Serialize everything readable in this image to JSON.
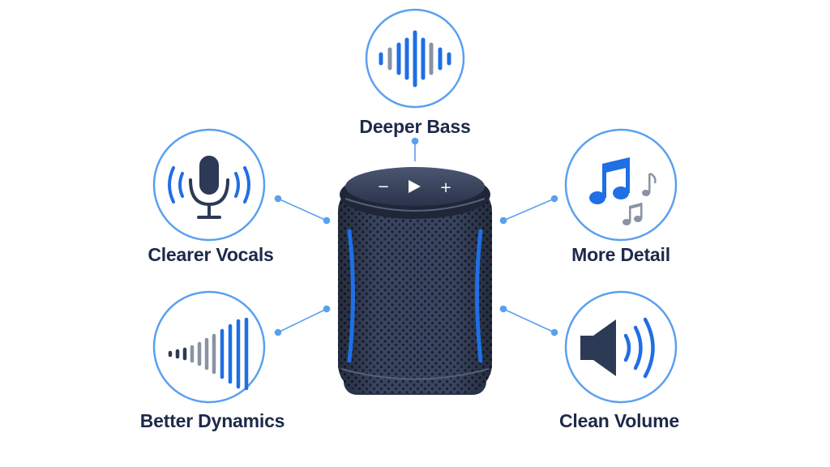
{
  "speaker": {
    "controls": {
      "minus": "−",
      "plus": "+"
    }
  },
  "features": [
    {
      "id": "deeper-bass",
      "label": "Deeper Bass",
      "icon": "sound-wave-icon"
    },
    {
      "id": "clearer-vocals",
      "label": "Clearer Vocals",
      "icon": "microphone-icon"
    },
    {
      "id": "more-detail",
      "label": "More Detail",
      "icon": "music-notes-icon"
    },
    {
      "id": "better-dynamics",
      "label": "Better Dynamics",
      "icon": "dynamics-bars-icon"
    },
    {
      "id": "clean-volume",
      "label": "Clean Volume",
      "icon": "speaker-volume-icon"
    }
  ],
  "colors": {
    "accent_blue": "#1f6fe5",
    "circle_stroke": "#5aa0ee",
    "icon_dark": "#2c3a55",
    "icon_gray": "#8a93a3",
    "speaker_body": "#3a4560",
    "speaker_top": "#283246",
    "label_text": "#1c2a4a"
  }
}
